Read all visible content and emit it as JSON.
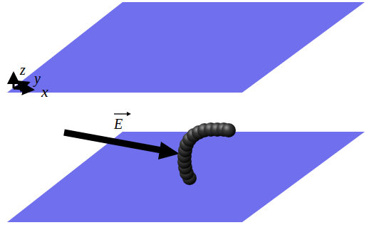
{
  "diagram": {
    "labels": [
      "z",
      "y",
      "x",
      "E"
    ]
  }
}
